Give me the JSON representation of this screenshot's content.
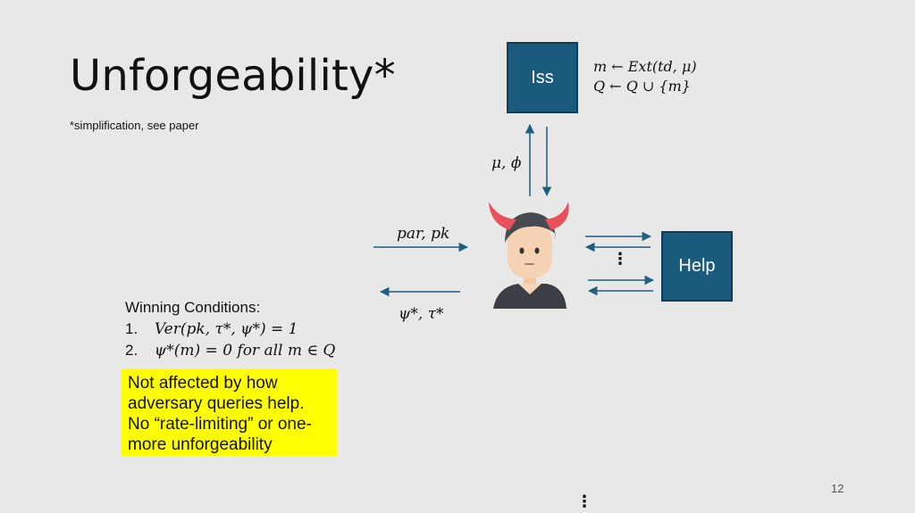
{
  "slide": {
    "title": "Unforgeability*",
    "footnote": "*simplification, see paper",
    "page_number": "12"
  },
  "diagram": {
    "iss_label": "Iss",
    "help_label": "Help",
    "iss_update_line1": "m ← Ext(td, μ)",
    "iss_update_line2": "Q ← Q ∪ {m}",
    "iss_query_label": "μ, ϕ",
    "input_label": "par, pk",
    "output_label": "ψ*, τ*",
    "help_dots": "⋮",
    "bottom_dots": "⋮"
  },
  "winning_conditions": {
    "heading": "Winning Conditions:",
    "items": [
      {
        "num": "1.",
        "text": "Ver(pk, τ*, ψ*) = 1"
      },
      {
        "num": "2.",
        "text": "ψ*(m) = 0 for all m ∈ Q"
      }
    ]
  },
  "note": {
    "lines": [
      "Not affected by how",
      "adversary queries help.",
      "No “rate-limiting” or one-",
      "more unforgeability"
    ]
  },
  "colors": {
    "box_fill": "#1a5a7c",
    "arrow": "#1f5f80",
    "highlight": "#ffff00",
    "horn": "#e8505b"
  }
}
